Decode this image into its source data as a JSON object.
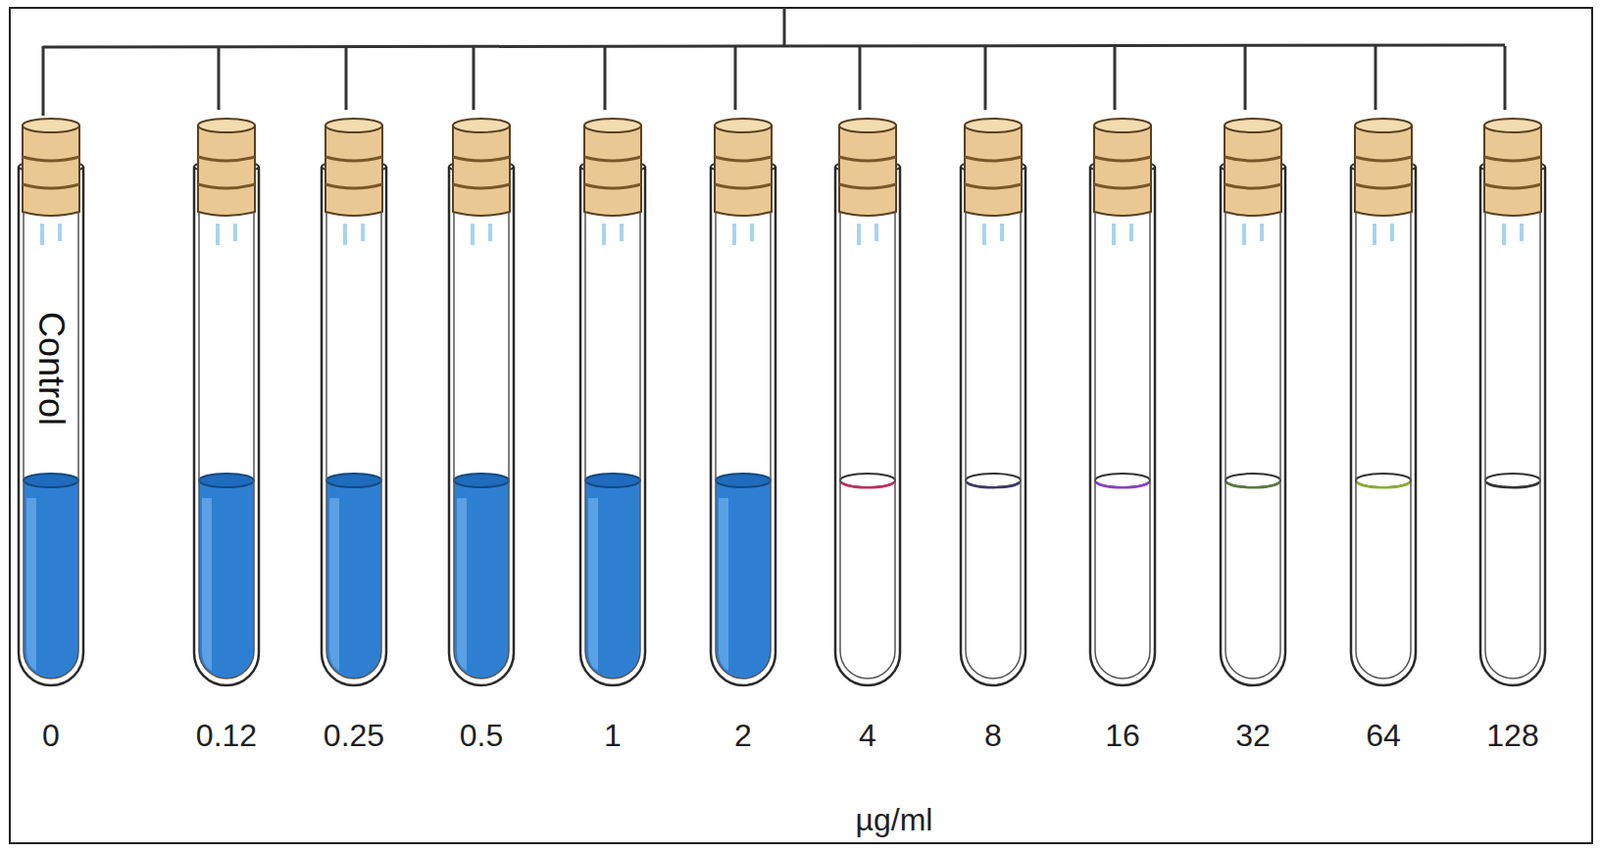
{
  "diagram": {
    "nodes": [
      {
        "text": [
          "Control",
          "0"
        ]
      },
      {
        "text": [
          "0.12"
        ]
      },
      {
        "text": [
          "0.25"
        ]
      },
      {
        "text": [
          "0.5"
        ]
      },
      {
        "text": [
          "1"
        ]
      },
      {
        "text": [
          "2"
        ]
      },
      {
        "text": [
          "4"
        ]
      },
      {
        "text": [
          "8"
        ]
      },
      {
        "text": [
          "16"
        ]
      },
      {
        "text": [
          "32"
        ]
      },
      {
        "text": [
          "64"
        ]
      },
      {
        "text": [
          "128"
        ]
      }
    ],
    "labels": [
      "µg/ml"
    ]
  }
}
